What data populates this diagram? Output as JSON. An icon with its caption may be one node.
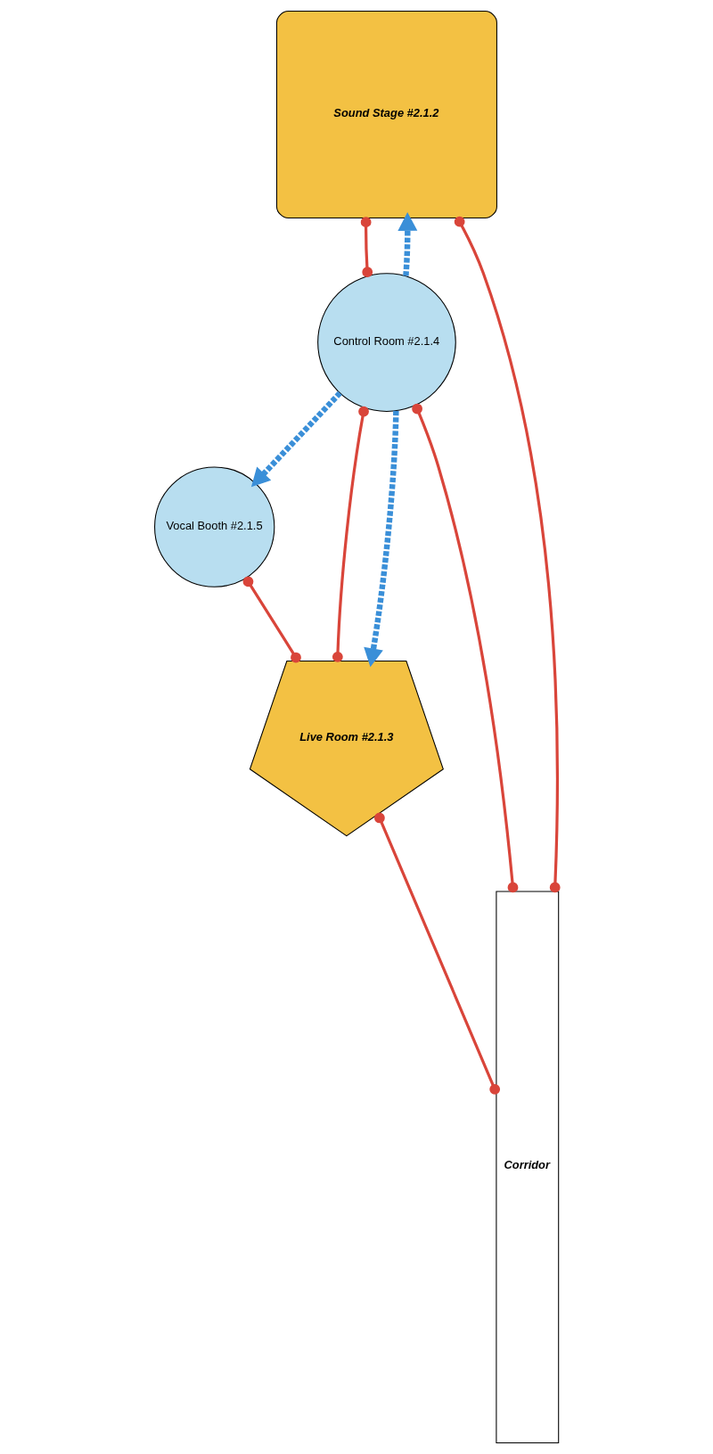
{
  "diagram": {
    "nodes": [
      {
        "text": [
          "Sound Stage #2.1.2"
        ]
      },
      {
        "text": [
          "Control Room #2.1.4"
        ]
      },
      {
        "text": [
          "Vocal Booth #2.1.5"
        ]
      },
      {
        "text": [
          "Live Room #2.1.3"
        ]
      },
      {
        "text": [
          "Corridor"
        ]
      }
    ],
    "edges": [
      {
        "from": 0,
        "to": 4,
        "arrow": "other"
      },
      {
        "from": 0,
        "to": 1,
        "arrow": "other"
      },
      {
        "from": 1,
        "to": 4,
        "arrow": "other"
      },
      {
        "from": 1,
        "to": 3,
        "arrow": "other"
      },
      {
        "from": 2,
        "to": 3,
        "arrow": "other"
      },
      {
        "from": 3,
        "to": 4,
        "arrow": "other"
      },
      {
        "from": 1,
        "to": 0,
        "arrow": "to",
        "style": "dashed",
        "color": "#3a8fd8"
      },
      {
        "from": 1,
        "to": 3,
        "arrow": "to",
        "style": "dashed",
        "color": "#3a8fd8"
      },
      {
        "from": 1,
        "to": 2,
        "arrow": "to",
        "style": "dashed",
        "color": "#3a8fd8"
      }
    ]
  }
}
